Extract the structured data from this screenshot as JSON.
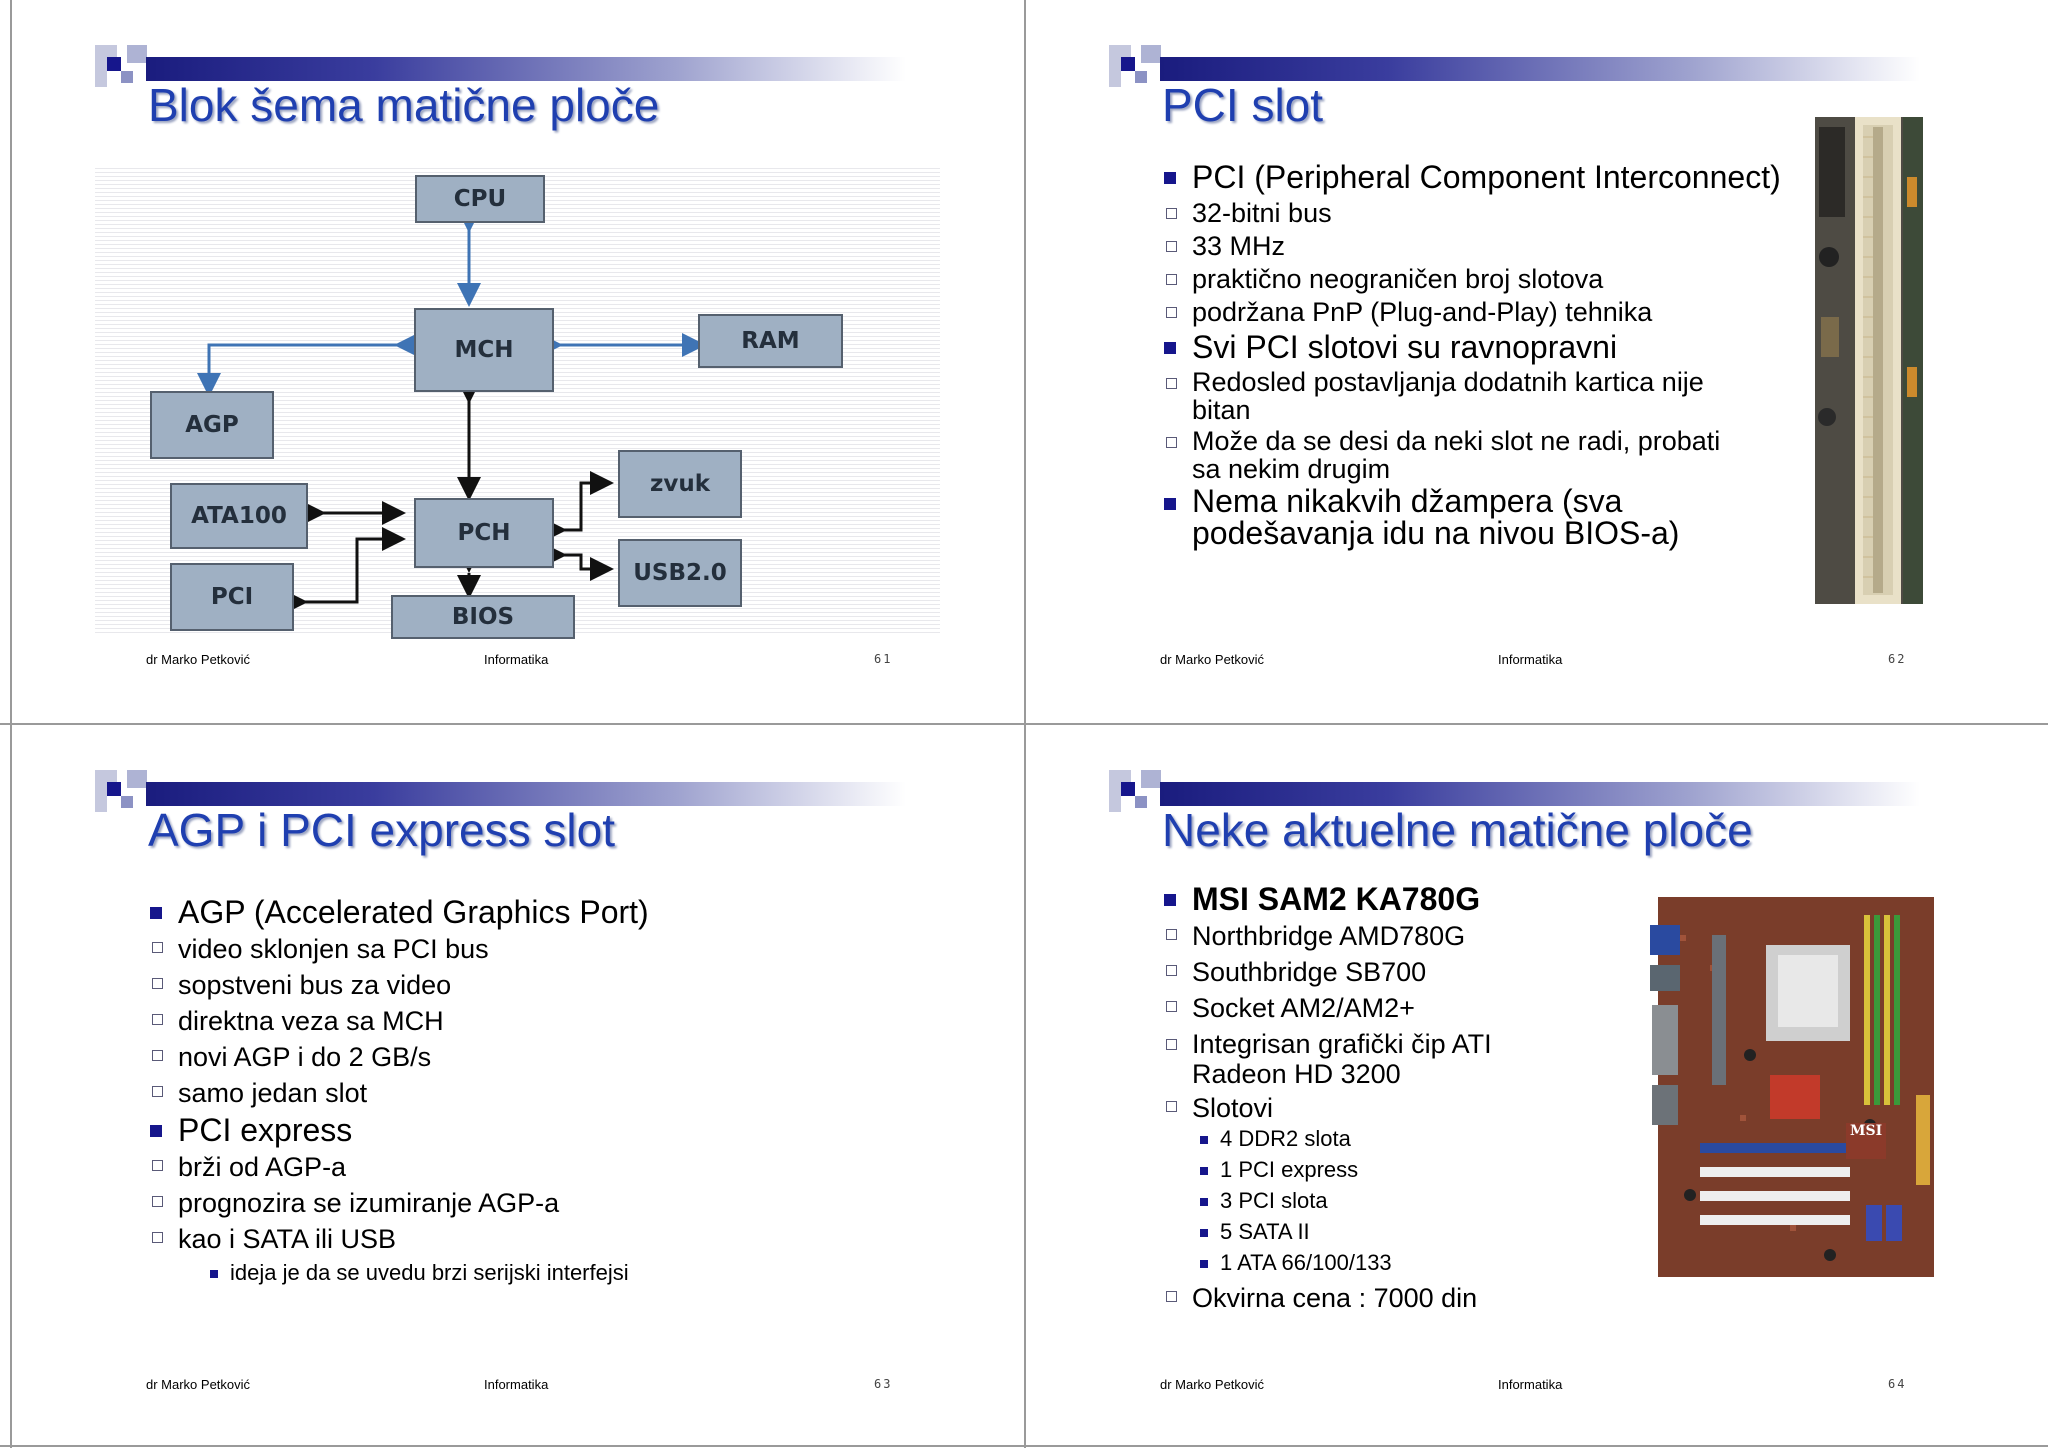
{
  "footer": {
    "author": "dr Marko Petković",
    "course": "Informatika"
  },
  "slides": [
    {
      "title": "Blok šema matične ploče",
      "page": "61",
      "diagram": {
        "cpu": "CPU",
        "mch": "MCH",
        "ram": "RAM",
        "agp": "AGP",
        "ata": "ATA100",
        "pch": "PCH",
        "zvuk": "zvuk",
        "usb": "USB2.0",
        "pci": "PCI",
        "bios": "BIOS"
      }
    },
    {
      "title": "PCI slot",
      "page": "62",
      "b1": "PCI (Peripheral Component Interconnect)",
      "b1_items": [
        "32-bitni bus",
        "33 MHz",
        "praktično neograničen broj slotova",
        "podržana PnP (Plug-and-Play) tehnika"
      ],
      "b2": "Svi PCI slotovi su ravnopravni",
      "b2_items": [
        "Redosled postavljanja dodatnih kartica nije bitan",
        "Može da se desi da neki slot ne radi, probati sa nekim drugim"
      ],
      "b3": "Nema nikakvih džampera (sva podešavanja idu na nivou BIOS-a)"
    },
    {
      "title": "AGP i PCI express slot",
      "page": "63",
      "b1": "AGP (Accelerated Graphics Port)",
      "b1_items": [
        "video sklonjen sa PCI bus",
        "sopstveni bus za video",
        "direktna veza sa MCH",
        "novi AGP i do 2 GB/s",
        "samo jedan slot"
      ],
      "b2": "PCI express",
      "b2_items": [
        "brži od AGP-a",
        "prognozira se izumiranje AGP-a",
        "kao i SATA ili USB"
      ],
      "b2_sub": "ideja je da se uvedu brzi serijski interfejsi"
    },
    {
      "title": "Neke aktuelne matične ploče",
      "page": "64",
      "b1": "MSI SAM2 KA780G",
      "items": [
        "Northbridge AMD780G",
        "Southbridge SB700",
        "Socket AM2/AM2+",
        "Integrisan grafički čip ATI Radeon HD 3200",
        "Slotovi"
      ],
      "slot_items": [
        "4 DDR2 slota",
        "1 PCI express",
        "3 PCI slota",
        "5 SATA II",
        "1 ATA 66/100/133"
      ],
      "price": "Okvirna cena : 7000 din",
      "board_label": "MSI"
    }
  ]
}
